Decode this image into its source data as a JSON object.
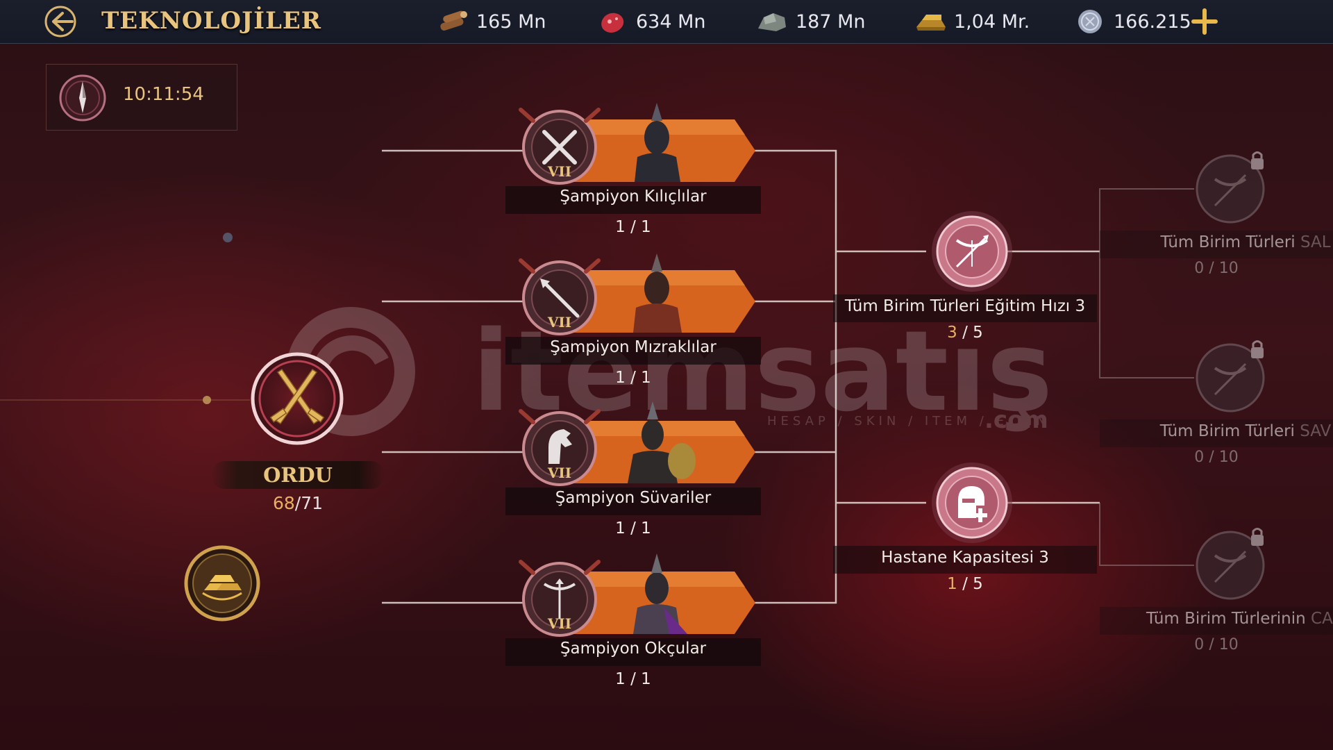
{
  "header": {
    "title": "TEKNOLOJİLER",
    "resources": [
      {
        "icon": "wood-icon",
        "value": "165 Mn"
      },
      {
        "icon": "meat-icon",
        "value": "634 Mn"
      },
      {
        "icon": "stone-icon",
        "value": "187 Mn"
      },
      {
        "icon": "gold-bar-icon",
        "value": "1,04 Mr."
      },
      {
        "icon": "silver-coin-icon",
        "value": "166.215"
      }
    ]
  },
  "timer": {
    "value": "10:11:54"
  },
  "category": {
    "label": "ORDU",
    "current": "68",
    "total": "/71"
  },
  "champions": [
    {
      "name": "Şampiyon Kılıçlılar",
      "progress": "1 / 1",
      "tier": "VII",
      "icon": "crossed-swords-icon"
    },
    {
      "name": "Şampiyon Mızraklılar",
      "progress": "1 / 1",
      "tier": "VII",
      "icon": "spear-icon"
    },
    {
      "name": "Şampiyon Süvariler",
      "progress": "1 / 1",
      "tier": "VII",
      "icon": "horse-icon"
    },
    {
      "name": "Şampiyon Okçular",
      "progress": "1 / 1",
      "tier": "VII",
      "icon": "bow-icon"
    }
  ],
  "mid_nodes": [
    {
      "name": "Tüm Birim Türleri Eğitim Hızı 3",
      "current": "3",
      "total": " / 5",
      "icon": "bow-arrow-icon"
    },
    {
      "name": "Hastane Kapasitesi 3",
      "current": "1",
      "total": " / 5",
      "icon": "helmet-heal-icon"
    }
  ],
  "locked_nodes": [
    {
      "name_visible": "Tüm Birim Türleri ",
      "name_faded": "SAL",
      "progress": "0 / 10"
    },
    {
      "name_visible": "Tüm Birim Türleri ",
      "name_faded": "SAV",
      "progress": "0 / 10"
    },
    {
      "name_visible": "Tüm Birim Türlerinin ",
      "name_faded": "CAN",
      "progress": "0 / 10"
    }
  ],
  "watermark": {
    "brand": "itemsatış",
    "sub": "HESAP / SKIN / ITEM / E-PIN",
    "domain": ".com"
  },
  "colors": {
    "accent_gold": "#e8c47c",
    "progress_gold": "#e8b062",
    "banner_orange": "#d7641e",
    "node_pink": "#c9788a"
  }
}
